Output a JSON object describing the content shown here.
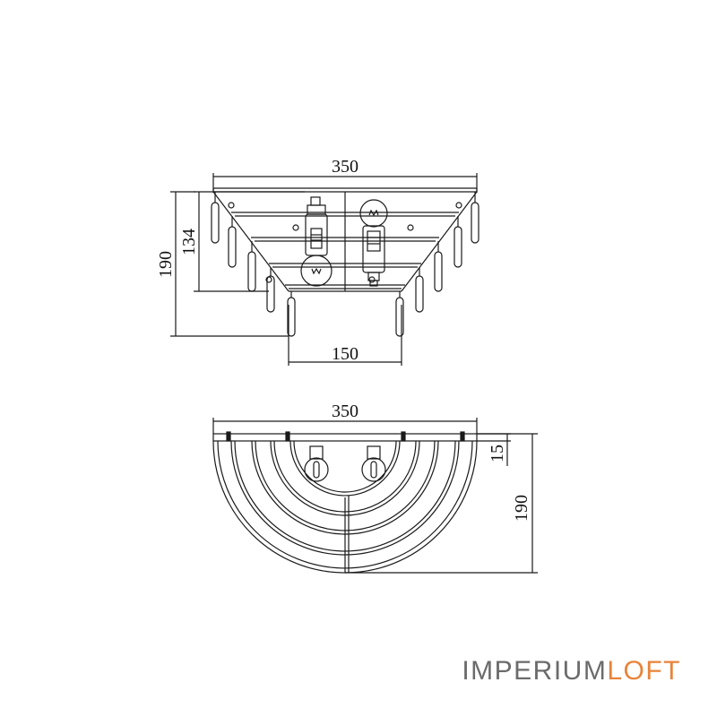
{
  "front_view": {
    "dimensions": {
      "overall_width": "350",
      "total_height": "190",
      "body_height": "134",
      "bottom_width": "150"
    }
  },
  "top_view": {
    "dimensions": {
      "overall_width": "350",
      "depth": "190",
      "plate_thickness": "15"
    }
  },
  "logo": {
    "part1": "IMPERIUM",
    "part2": "LOFT",
    "part1_color": "#6b6b6b",
    "part2_color": "#e8833a"
  },
  "colors": {
    "line": "#1a1a1a"
  }
}
